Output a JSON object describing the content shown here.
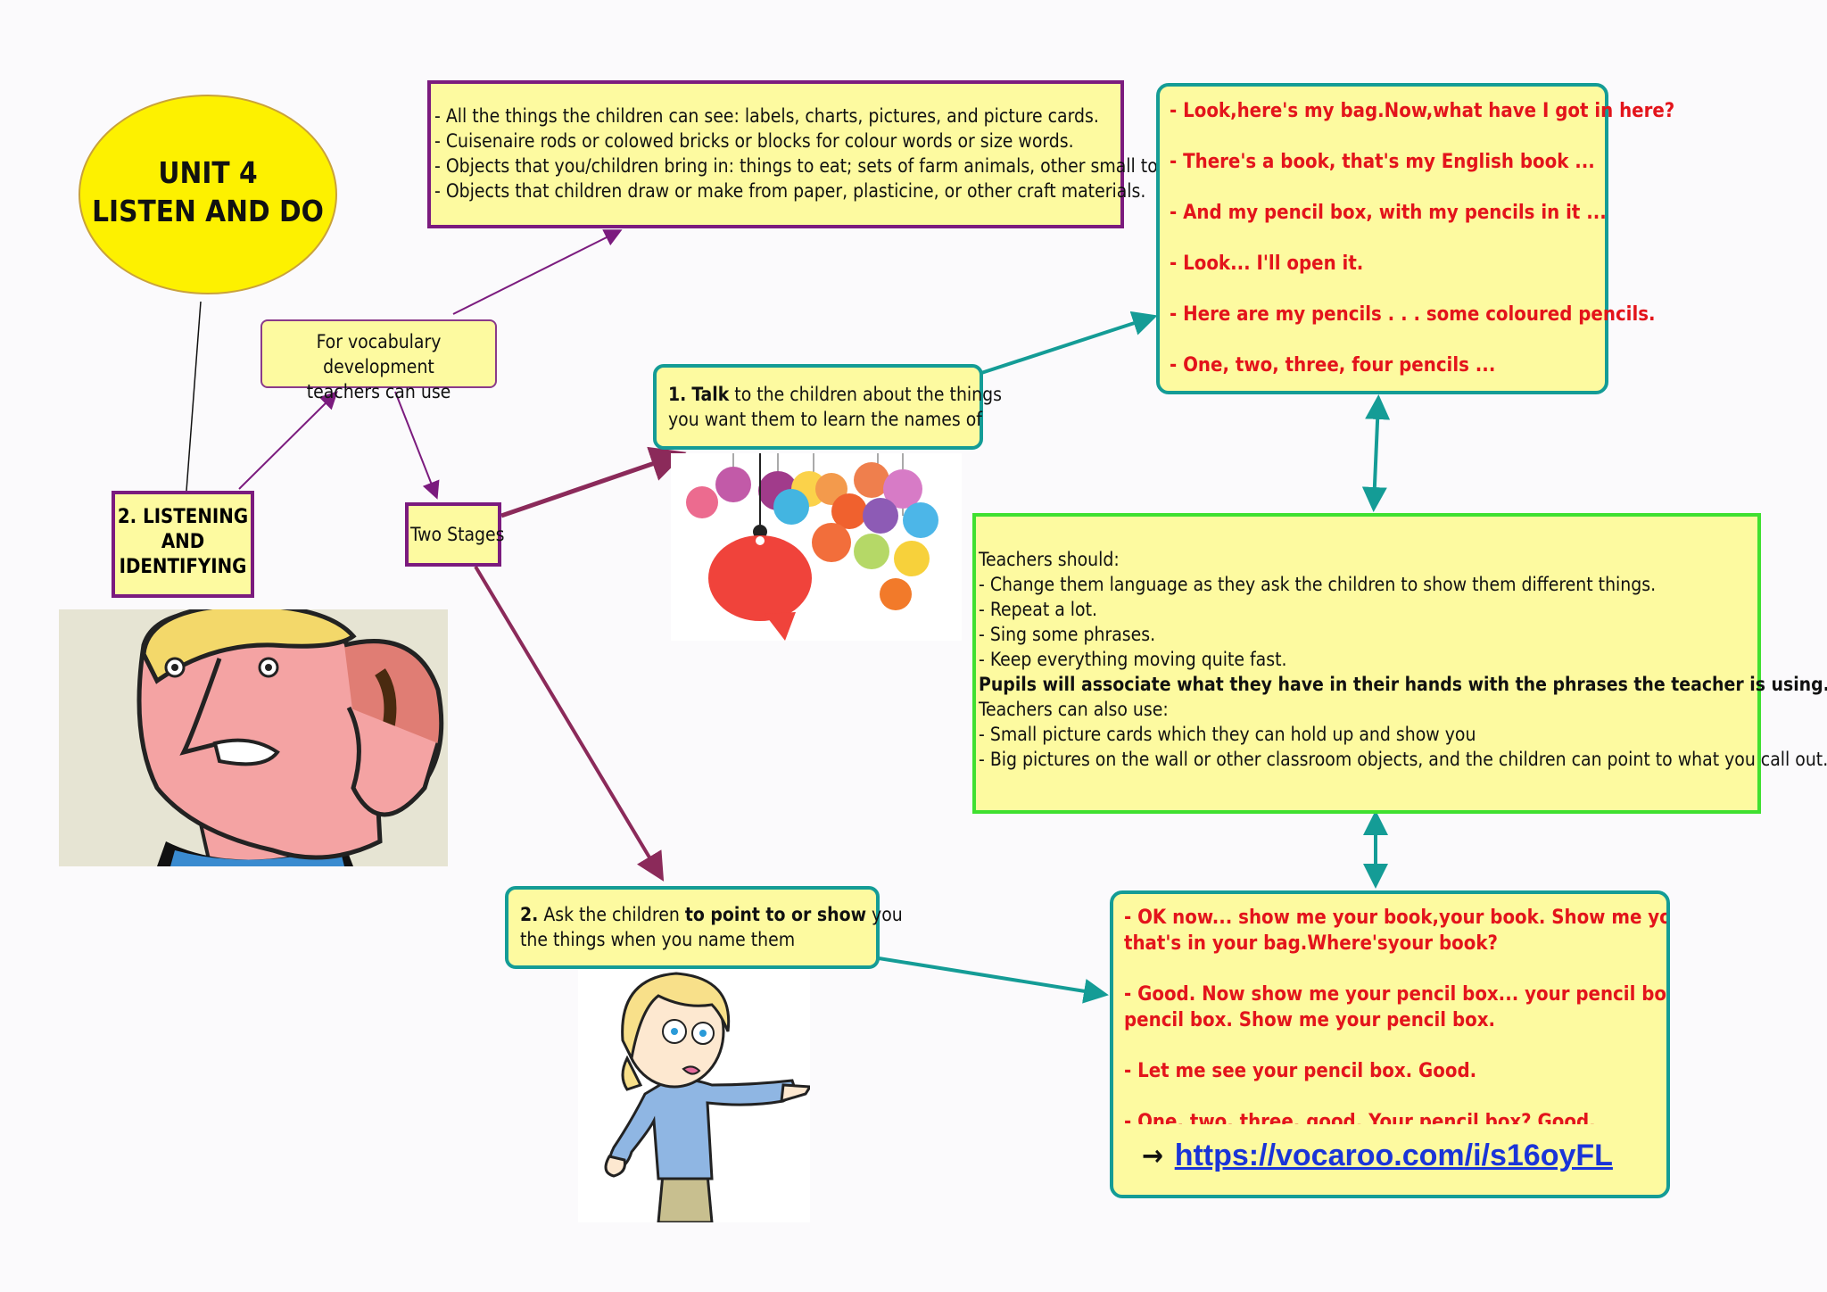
{
  "title": {
    "line1": "UNIT 4",
    "line2": "LISTEN AND DO"
  },
  "listening": {
    "lines": [
      "2. LISTENING",
      "AND",
      "IDENTIFYING"
    ]
  },
  "vocab": {
    "line1": "For vocabulary development",
    "line2": "teachers can use"
  },
  "stages": {
    "label": "Two Stages"
  },
  "resources": {
    "lines": [
      "- All the things the children can see: labels, charts, pictures, and picture cards.",
      "- Cuisenaire rods or colowed bricks or blocks for colour words or size words.",
      "- Objects that you/children bring in: things to eat; sets of farm animals, other small toys.",
      "- Objects that children draw or make from paper, plasticine, or other craft materials."
    ]
  },
  "stage1": {
    "num": "1.",
    "bold": "Talk",
    "rest": " to the children about the things",
    "line2": "you want them to learn the names of"
  },
  "stage2": {
    "num": "2.",
    "pre": " Ask the children ",
    "bold": "to point to or show",
    "post": " you",
    "line2": "the things when you name them"
  },
  "talk_examples": {
    "lines": [
      "- Look,here's my bag.Now,what have I got in here?",
      "- There's a book, that's my English book ...",
      "- And my pencil box, with my pencils in it ...",
      "- Look... I'll open it.",
      "- Here are my pencils . . . some coloured pencils.",
      "- One, two, three, four pencils ..."
    ]
  },
  "teachers": {
    "heading": "Teachers should:",
    "items": [
      "- Change them language as they ask the children to show them different things.",
      "- Repeat a lot.",
      "- Sing some phrases.",
      "- Keep everything moving quite fast."
    ],
    "bold_line": "Pupils will associate what they have in their hands with the phrases the teacher is using.",
    "also": "Teachers can also use:",
    "also_items": [
      "- Small picture cards which they can hold up and show you",
      "- Big pictures on the wall or other classroom objects, and the children can point to what you call out."
    ]
  },
  "show_examples": {
    "lines": [
      "- OK now... show me your book,your book. Show me your book",
      "that's in your bag.Where'syour book?",
      "- Good. Now show me your pencil box... your pencil box... your",
      "pencil box. Show me your pencil box.",
      "- Let me see your pencil box. Good.",
      "- One, two, three, good. Your pencil box? Good."
    ],
    "arrow": "→",
    "link": "https://vocaroo.com/i/s16oyFL"
  },
  "colors": {
    "purple": "#7b1b7e",
    "teal": "#149c96",
    "green": "#3fe030",
    "yellow": "#fdfaa0",
    "red": "#e3141b",
    "link": "#1a34d8"
  }
}
